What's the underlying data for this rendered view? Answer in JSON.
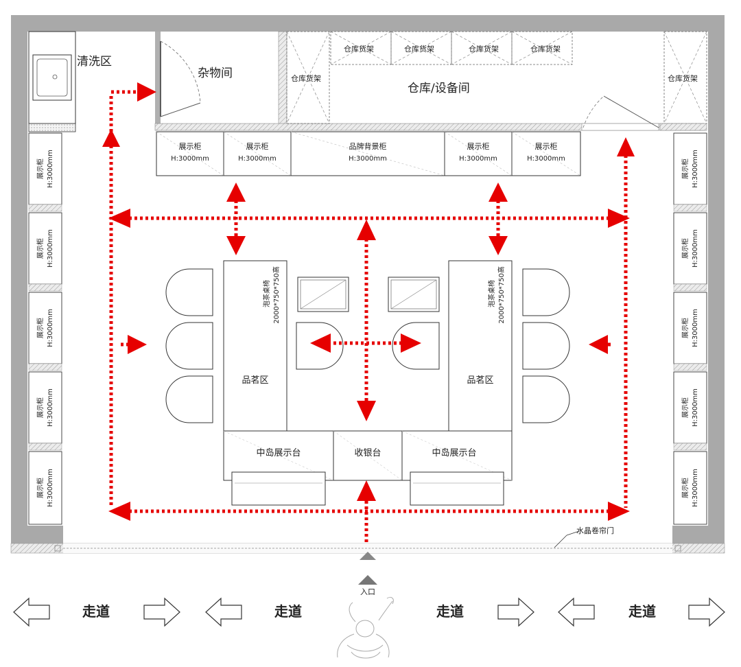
{
  "labels": {
    "wash_area": "清洗区",
    "storeroom": "杂物间",
    "warehouse_room": "仓库/设备间",
    "warehouse_rack": "仓库货架",
    "display_cabinet": "展示柜",
    "cabinet_height": "H:3000mm",
    "brand_wall": "品牌背景柜",
    "tea_table": "泡茶桌椅",
    "tea_table_size": "2000*750*750高",
    "tasting_area": "品茗区",
    "island_display": "中岛展示台",
    "cashier": "收银台",
    "roller_door": "水晶卷帘门",
    "entrance": "入口",
    "corridor": "走道"
  },
  "colors": {
    "wall": "#a9a9a9",
    "flow_arrow": "#e60000",
    "line": "#333333"
  }
}
